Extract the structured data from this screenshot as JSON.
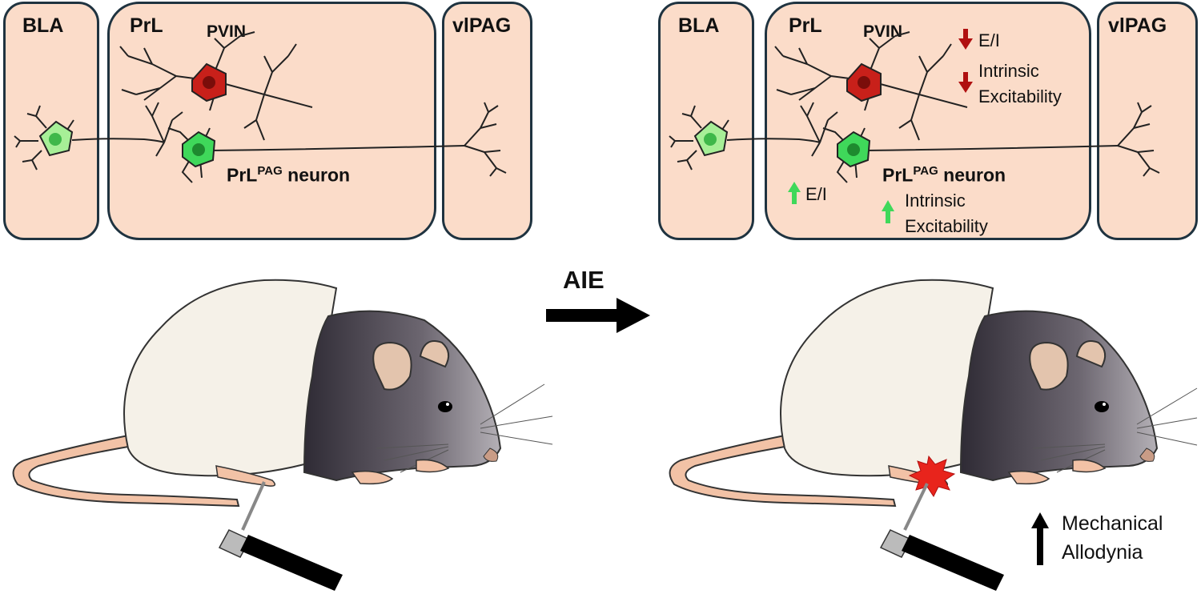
{
  "colors": {
    "region_fill": "#fbdcc9",
    "region_border": "#1f3340",
    "excitatory_neuron": "#3fd85a",
    "interneuron": "#c8201a",
    "up_arrow": "#3fd85a",
    "down_arrow": "#b01010",
    "injury_mark": "#e8241c"
  },
  "left_panel": {
    "regions": {
      "bla": "BLA",
      "prl": "PrL",
      "vlpag": "vlPAG"
    },
    "interneuron_label": "PVIN",
    "projection_neuron_label": {
      "main": "PrL",
      "superscript": "PAG",
      "suffix": " neuron"
    }
  },
  "transition": {
    "label": "AIE"
  },
  "right_panel": {
    "regions": {
      "bla": "BLA",
      "prl": "PrL",
      "vlpag": "vlPAG"
    },
    "interneuron_label": "PVIN",
    "projection_neuron_label": {
      "main": "PrL",
      "superscript": "PAG",
      "suffix": " neuron"
    },
    "pvin_changes": {
      "ei": "E/I",
      "excitability_line1": "Intrinsic",
      "excitability_line2": "Excitability"
    },
    "prl_changes": {
      "ei": "E/I",
      "excitability_line1": "Intrinsic",
      "excitability_line2": "Excitability"
    },
    "behavior_line1": "Mechanical",
    "behavior_line2": "Allodynia"
  },
  "icons": {
    "rat": "rat-illustration",
    "filament": "von-frey-filament",
    "injury": "injury-burst-icon"
  }
}
